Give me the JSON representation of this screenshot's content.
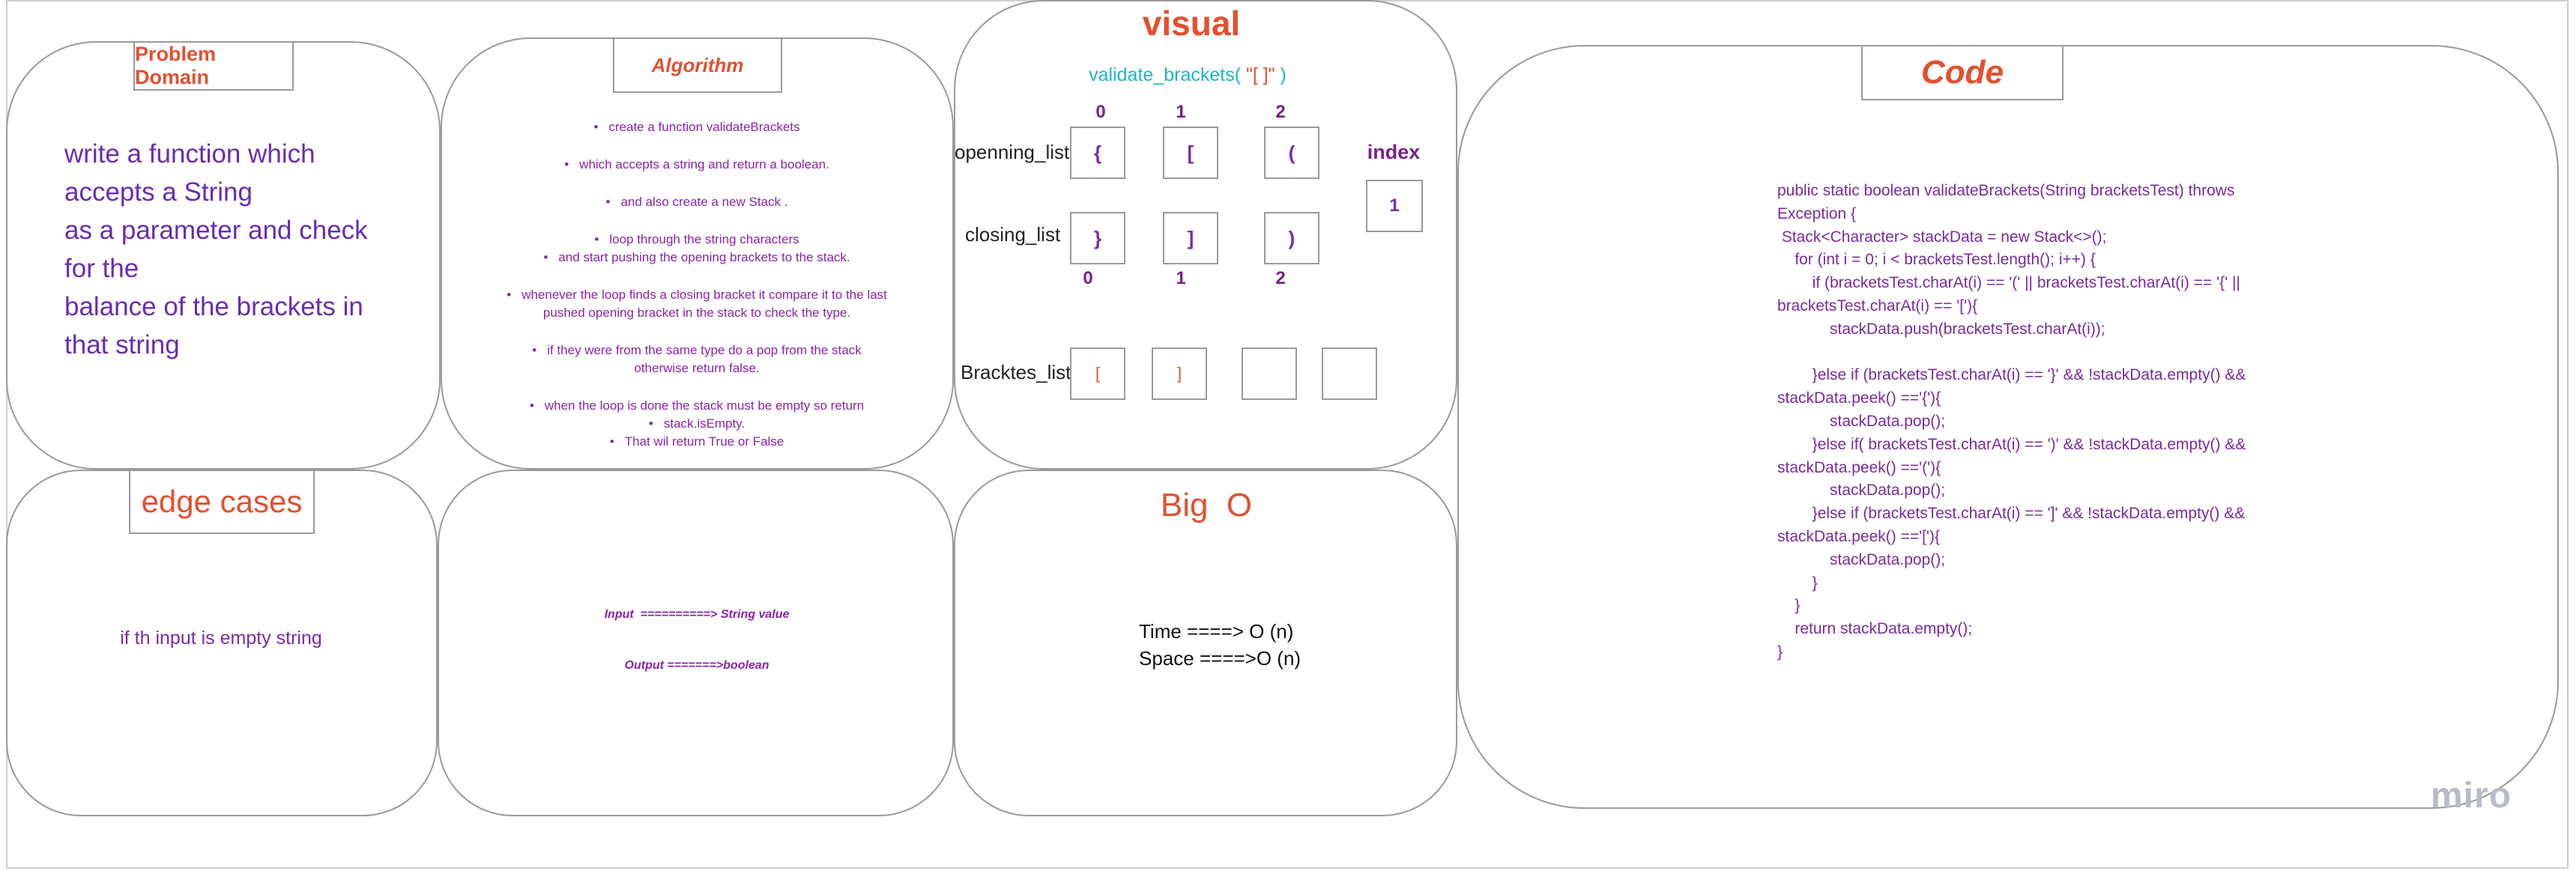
{
  "colors": {
    "title_red": "#e2502f",
    "text_purple": "#7d2aa6",
    "teal": "#1fb3c9",
    "border_gray": "#9a9a9a"
  },
  "problem_domain": {
    "title": "Problem Domain",
    "lines": [
      "write a function which",
      "accepts a String",
      "as a parameter and check",
      "for the",
      "balance of the brackets in",
      "that string"
    ]
  },
  "algorithm": {
    "title": "Algorithm",
    "items": [
      [
        "create a function validateBrackets"
      ],
      [
        "which accepts a string and return a boolean."
      ],
      [
        "and also  create a new Stack  ."
      ],
      [
        "loop through the string characters",
        "and start pushing the opening brackets to the stack."
      ],
      [
        "whenever the loop finds a closing bracket it compare it to the last",
        "pushed opening bracket in the stack to check the type."
      ],
      [
        "if they were from the same type do a pop from the stack",
        "otherwise return false."
      ],
      [
        "when the loop is done the stack must be empty so return",
        "stack.isEmpty."
      ],
      [
        "That wil return True or False"
      ]
    ]
  },
  "visual": {
    "title": "visual",
    "call_prefix": "validate_brackets(",
    "call_arg": " \"[ ]\" ",
    "call_suffix": ")",
    "index_labels": [
      "0",
      "1",
      "2"
    ],
    "opening_label": "openning_list",
    "opening_values": [
      "{",
      "[",
      "("
    ],
    "closing_label": "closing_list",
    "closing_values": [
      "}",
      "]",
      ")"
    ],
    "index_title": "index",
    "index_value": "1",
    "brackets_label": "Bracktes_list",
    "brackets_values": [
      "[",
      "]",
      "",
      ""
    ]
  },
  "code": {
    "title": "Code",
    "text": "public static boolean validateBrackets(String bracketsTest) throws\nException {\n Stack<Character> stackData = new Stack<>();\n    for (int i = 0; i < bracketsTest.length(); i++) {\n        if (bracketsTest.charAt(i) == '(' || bracketsTest.charAt(i) == '{' ||\nbracketsTest.charAt(i) == '['){\n            stackData.push(bracketsTest.charAt(i));\n\n        }else if (bracketsTest.charAt(i) == '}' && !stackData.empty() &&\nstackData.peek() =='{'){\n            stackData.pop();\n        }else if( bracketsTest.charAt(i) == ')' && !stackData.empty() &&\nstackData.peek() =='('){\n            stackData.pop();\n        }else if (bracketsTest.charAt(i) == ']' && !stackData.empty() &&\nstackData.peek() =='['){\n            stackData.pop();\n        }\n    }\n    return stackData.empty();\n}"
  },
  "edge_cases": {
    "title": "edge cases",
    "text": "if th input is empty string"
  },
  "io": {
    "input_label": "Input",
    "input_arrow": "==========>",
    "input_value": "String value",
    "output_label": "Output",
    "output_arrow": "=======>",
    "output_value": "boolean"
  },
  "big_o": {
    "title": "Big  O",
    "time": "Time ====> O (n)",
    "space": "Space ====>O (n)"
  },
  "watermark": "miro"
}
